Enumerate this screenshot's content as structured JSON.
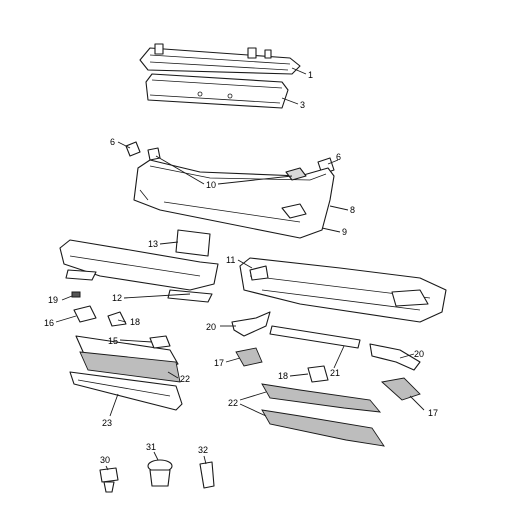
{
  "callouts": [
    "1",
    "3",
    "6",
    "6",
    "10",
    "8",
    "9",
    "13",
    "11",
    "12",
    "19",
    "16",
    "18",
    "15",
    "22",
    "23",
    "20",
    "17",
    "21",
    "18",
    "20",
    "22",
    "17",
    "30",
    "31",
    "32"
  ]
}
